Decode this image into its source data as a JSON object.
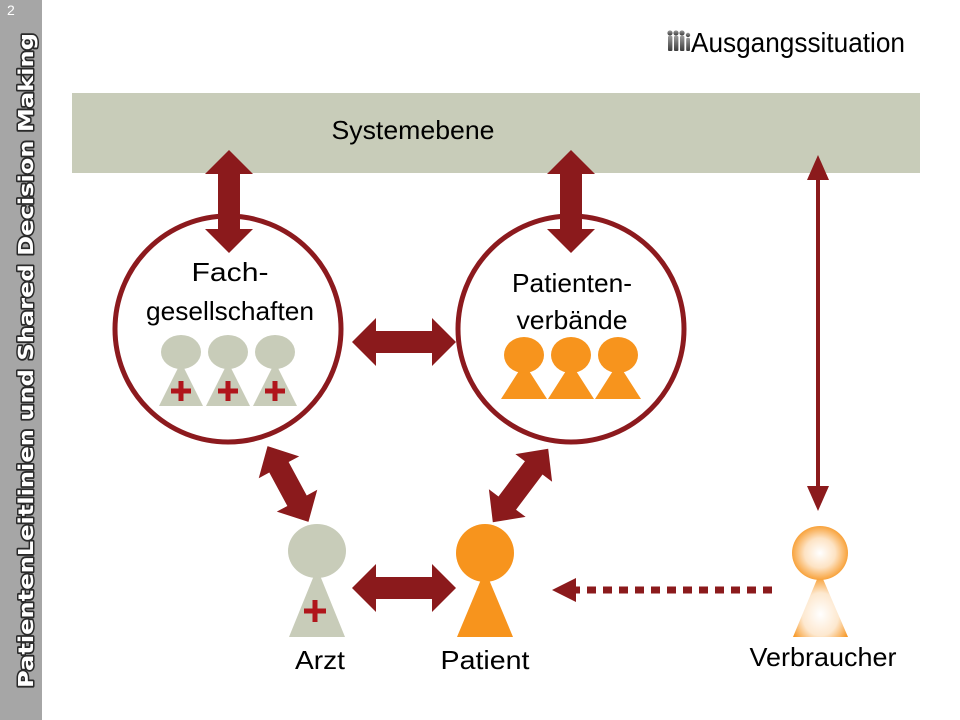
{
  "slide": {
    "page_number": "2",
    "side_title": "PatientenLeitlinien und Shared Decision Making",
    "title": "Ausgangssituation",
    "title_icon": "people-group-icon"
  },
  "diagram": {
    "system_level": "Systemebene",
    "specialist_societies": {
      "line1": "Fach-",
      "line2": "gesellschaften"
    },
    "patient_organizations": {
      "line1": "Patienten-",
      "line2": "verbände"
    },
    "doctor": "Arzt",
    "patient": "Patient",
    "consumer": "Verbraucher"
  },
  "colors": {
    "side_bar": "#a6a6a6",
    "system_band": "#c8ccb9",
    "dark_red": "#8b1a1c",
    "orange": "#f7941d",
    "figure_grey": "#c8ccb9"
  }
}
